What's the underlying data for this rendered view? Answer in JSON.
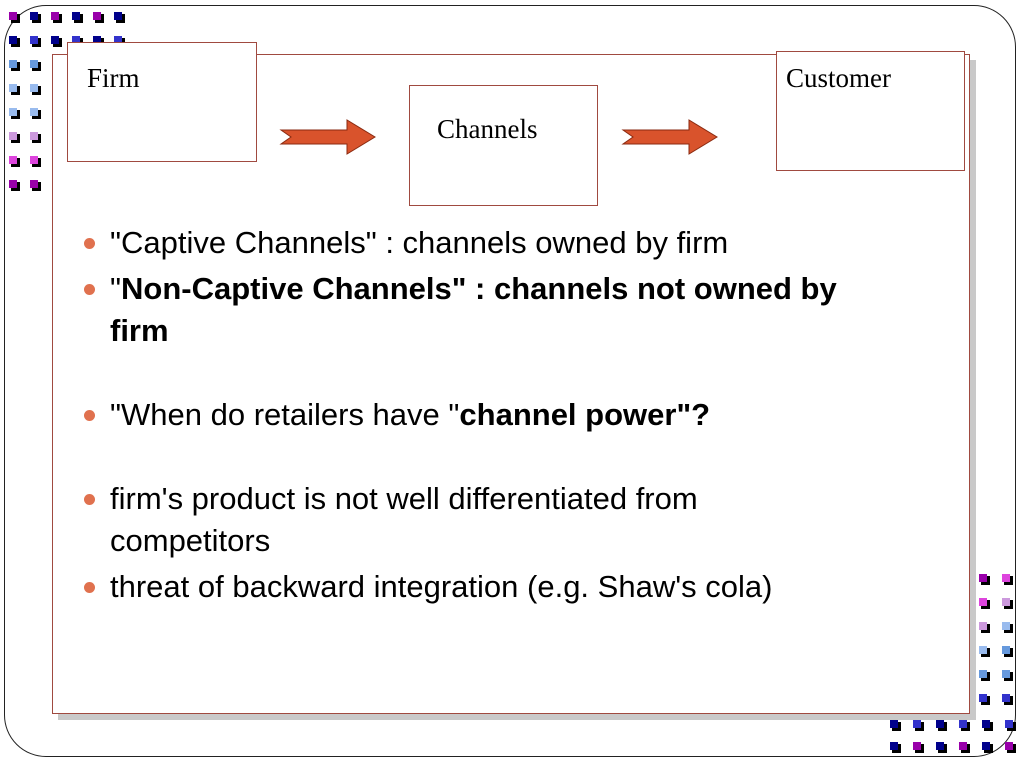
{
  "diagram": {
    "firm_label": "Firm",
    "channels_label": "Channels",
    "customer_label": "Customer",
    "arrow_color": "#d9532c",
    "box_border_color": "#a04a40"
  },
  "bullets": [
    {
      "text": "\"Captive Channels\" : channels owned by firm"
    },
    {
      "prefix": "\"",
      "bold": "Non-Captive Channels\" : channels not owned by firm"
    },
    {
      "text": "\"When do retailers have \"",
      "bold": "channel power\"?"
    },
    {
      "text": "firm's product is not well differentiated from competitors"
    },
    {
      "text": "threat of backward integration (e.g. Shaw's cola)"
    }
  ],
  "theme": {
    "bullet_color": "#e0714e",
    "decor_colors": [
      "#00008b",
      "#3333cc",
      "#6699dd",
      "#99bbee",
      "#cc99dd",
      "#dd44dd",
      "#9900aa",
      "#000000"
    ]
  }
}
